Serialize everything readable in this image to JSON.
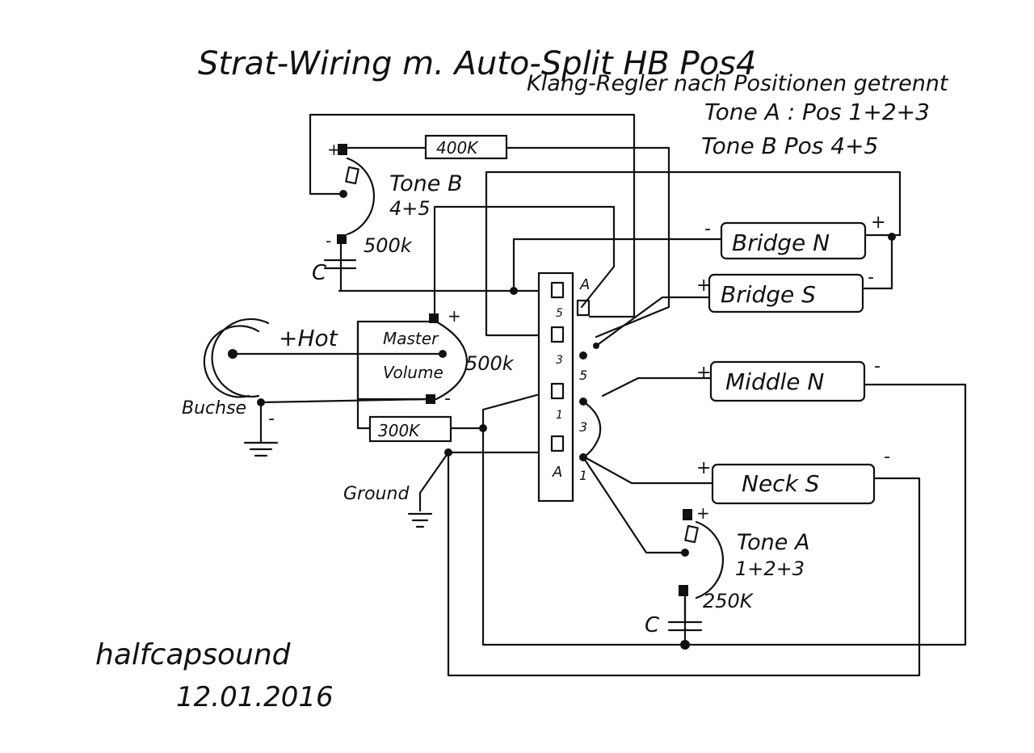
{
  "title": {
    "line1": "Strat-Wiring m. Auto-Split HB Pos4",
    "line2": "Klang-Regler nach Positionen getrennt",
    "line3": "Tone A : Pos 1+2+3",
    "line4": "Tone B  Pos 4+5"
  },
  "resistors": {
    "r400": "400K",
    "r300": "300K"
  },
  "pots": {
    "tone_b": {
      "name": "Tone B",
      "positions": "4+5",
      "value": "500k"
    },
    "master": {
      "name1": "Master",
      "name2": "Volume",
      "value": "500k"
    },
    "tone_a": {
      "name": "Tone A",
      "positions": "1+2+3",
      "value": "250K"
    }
  },
  "pickups": {
    "bridge_n": "Bridge N",
    "bridge_s": "Bridge S",
    "middle_n": "Middle N",
    "neck_s": "Neck S"
  },
  "labels": {
    "hot": "+Hot",
    "buchse": "Buchse",
    "ground": "Ground",
    "cap": "C",
    "plus": "+",
    "minus": "-"
  },
  "switch": {
    "left_deck": [
      "5",
      "3",
      "1",
      "A"
    ],
    "right_deck": [
      "A",
      "5",
      "3",
      "1"
    ]
  },
  "signature": {
    "author": "halfcapsound",
    "date": "12.01.2016"
  }
}
